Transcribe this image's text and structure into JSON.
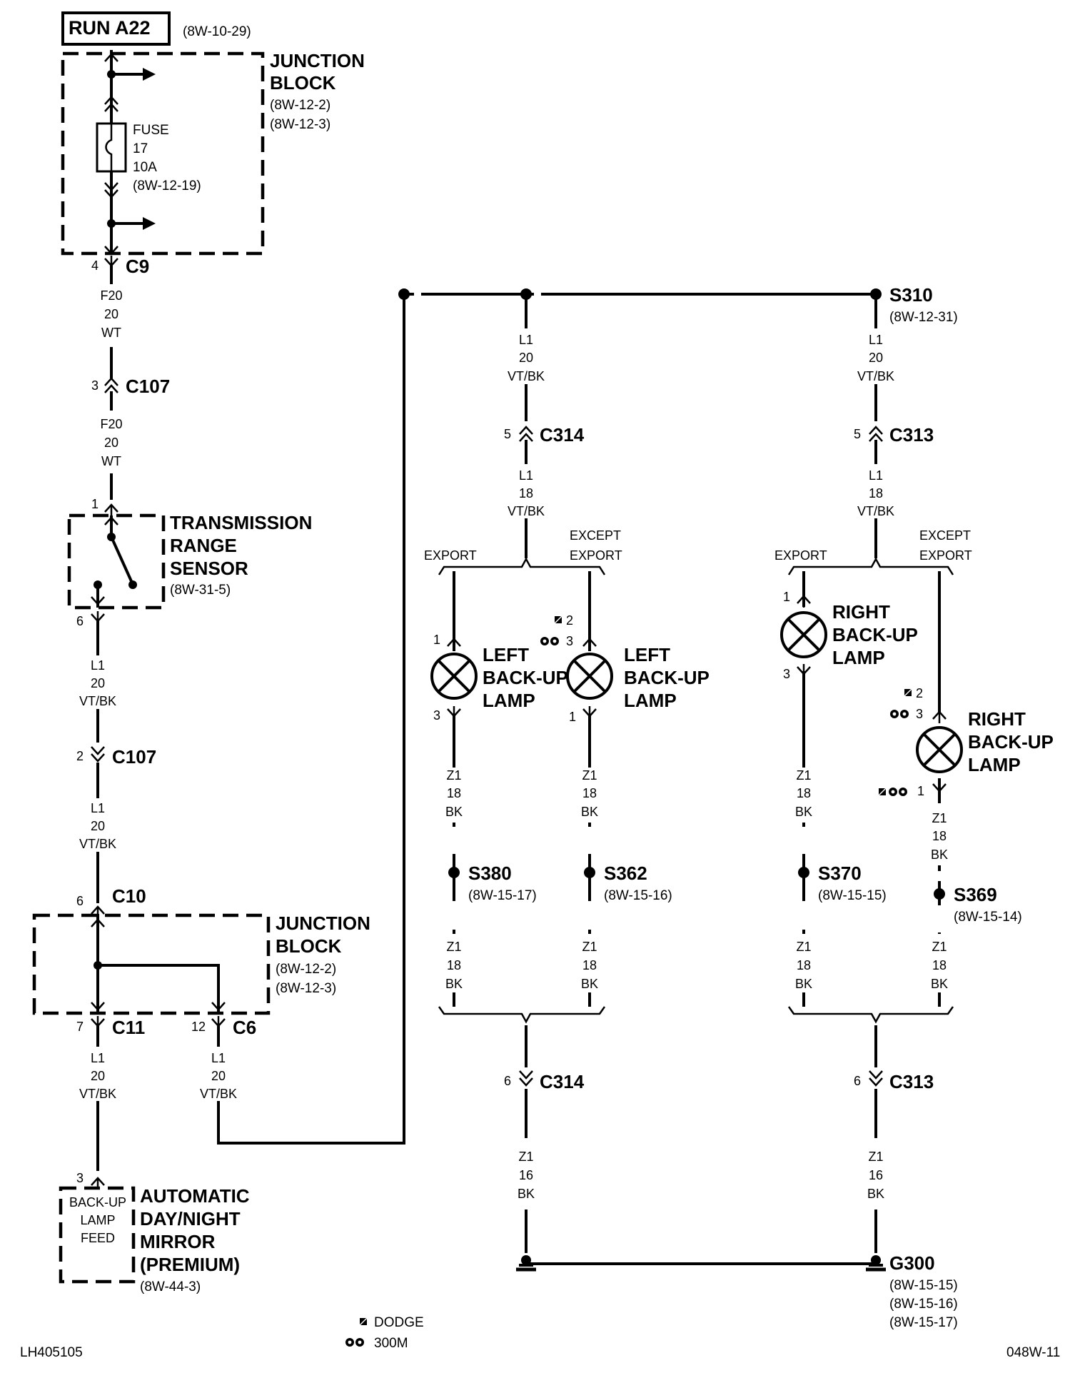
{
  "header": {
    "run_label": "RUN A22",
    "run_ref": "(8W-10-29)"
  },
  "junction_block_top": {
    "title1": "JUNCTION",
    "title2": "BLOCK",
    "ref1": "(8W-12-2)",
    "ref2": "(8W-12-3)",
    "fuse_label": "FUSE",
    "fuse_number": "17",
    "fuse_rating": "10A",
    "fuse_ref": "(8W-12-19)"
  },
  "connectors": {
    "c9": {
      "name": "C9",
      "pin": "4"
    },
    "c107_a": {
      "name": "C107",
      "pin": "3"
    },
    "tr_pin_in": "1",
    "tr_pin_out": "6",
    "c107_b": {
      "name": "C107",
      "pin": "2"
    },
    "c10": {
      "name": "C10",
      "pin": "6"
    },
    "c11": {
      "name": "C11",
      "pin": "7"
    },
    "c6": {
      "name": "C6",
      "pin": "12"
    },
    "mirror_pin": "3",
    "c314_top": {
      "name": "C314",
      "pin": "5"
    },
    "c313_top": {
      "name": "C313",
      "pin": "5"
    },
    "c314_bottom": {
      "name": "C314",
      "pin": "6"
    },
    "c313_bottom": {
      "name": "C313",
      "pin": "6"
    }
  },
  "wires": {
    "f20_a": [
      "F20",
      "20",
      "WT"
    ],
    "f20_b": [
      "F20",
      "20",
      "WT"
    ],
    "l1_a": [
      "L1",
      "20",
      "VT/BK"
    ],
    "l1_b": [
      "L1",
      "20",
      "VT/BK"
    ],
    "l1_c": [
      "L1",
      "20",
      "VT/BK"
    ],
    "l1_d": [
      "L1",
      "20",
      "VT/BK"
    ],
    "l1_left_top": [
      "L1",
      "20",
      "VT/BK"
    ],
    "l1_left_mid": [
      "L1",
      "18",
      "VT/BK"
    ],
    "l1_right_top": [
      "L1",
      "20",
      "VT/BK"
    ],
    "l1_right_mid": [
      "L1",
      "18",
      "VT/BK"
    ],
    "z1_1": [
      "Z1",
      "18",
      "BK"
    ],
    "z1_2": [
      "Z1",
      "18",
      "BK"
    ],
    "z1_3": [
      "Z1",
      "18",
      "BK"
    ],
    "z1_4": [
      "Z1",
      "18",
      "BK"
    ],
    "z1_5": [
      "Z1",
      "18",
      "BK"
    ],
    "z1_6": [
      "Z1",
      "18",
      "BK"
    ],
    "z1_7": [
      "Z1",
      "18",
      "BK"
    ],
    "z1_8": [
      "Z1",
      "18",
      "BK"
    ],
    "z1_left_bottom": [
      "Z1",
      "16",
      "BK"
    ],
    "z1_right_bottom": [
      "Z1",
      "16",
      "BK"
    ]
  },
  "transmission_sensor": {
    "title1": "TRANSMISSION",
    "title2": "RANGE",
    "title3": "SENSOR",
    "ref": "(8W-31-5)"
  },
  "junction_block_mid": {
    "title1": "JUNCTION",
    "title2": "BLOCK",
    "ref1": "(8W-12-2)",
    "ref2": "(8W-12-3)"
  },
  "mirror": {
    "inner1": "BACK-UP",
    "inner2": "LAMP",
    "inner3": "FEED",
    "title1": "AUTOMATIC",
    "title2": "DAY/NIGHT",
    "title3": "MIRROR",
    "title4": "(PREMIUM)",
    "ref": "(8W-44-3)"
  },
  "splices": {
    "s310": {
      "name": "S310",
      "ref": "(8W-12-31)"
    },
    "s380": {
      "name": "S380",
      "ref": "(8W-15-17)"
    },
    "s362": {
      "name": "S362",
      "ref": "(8W-15-16)"
    },
    "s370": {
      "name": "S370",
      "ref": "(8W-15-15)"
    },
    "s369": {
      "name": "S369",
      "ref": "(8W-15-14)"
    }
  },
  "ground": {
    "name": "G300",
    "ref1": "(8W-15-15)",
    "ref2": "(8W-15-16)",
    "ref3": "(8W-15-17)"
  },
  "options": {
    "export": "EXPORT",
    "except": "EXCEPT",
    "export2": "EXPORT"
  },
  "lamps": {
    "left_export": {
      "line1": "LEFT",
      "line2": "BACK-UP",
      "line3": "LAMP",
      "pin_top": "1",
      "pin_bottom": "3"
    },
    "left_except": {
      "line1": "LEFT",
      "line2": "BACK-UP",
      "line3": "LAMP",
      "pin_top_a": "2",
      "pin_top_b": "3",
      "pin_bottom": "1"
    },
    "right_export": {
      "line1": "RIGHT",
      "line2": "BACK-UP",
      "line3": "LAMP",
      "pin_top": "1",
      "pin_bottom": "3"
    },
    "right_except": {
      "line1": "RIGHT",
      "line2": "BACK-UP",
      "line3": "LAMP",
      "pin_top_a": "2",
      "pin_top_b": "3",
      "pin_bottom": "1"
    }
  },
  "legend": {
    "dodge": "DODGE",
    "model_300m": "300M"
  },
  "footer": {
    "left_code": "LH405105",
    "right_code": "048W-11"
  }
}
